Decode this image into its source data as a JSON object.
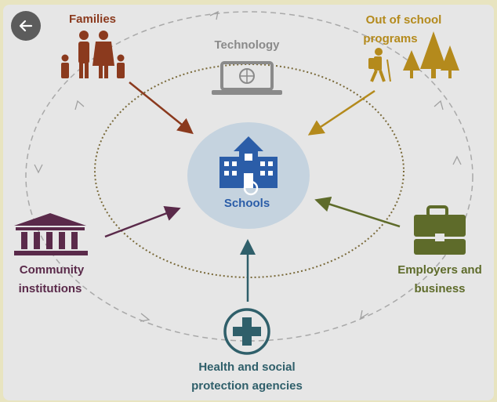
{
  "back": {
    "icon": "arrow-left-icon"
  },
  "center": {
    "label": "Schools"
  },
  "nodes": {
    "families": "Families",
    "technology": "Technology",
    "out_of_school": [
      "Out of school",
      "programs"
    ],
    "community": [
      "Community",
      "institutions"
    ],
    "employers": [
      "Employers and",
      "business"
    ],
    "health": [
      "Health and social",
      "protection agencies"
    ]
  },
  "colors": {
    "families": "#8b3a1e",
    "technology": "#8a8a8a",
    "out_of_school": "#b48a1c",
    "community": "#5a2a4a",
    "employers": "#5e6b2a",
    "health": "#2f5f6a",
    "schools": "#2b5da8",
    "center_circle": "#c5d3df"
  }
}
